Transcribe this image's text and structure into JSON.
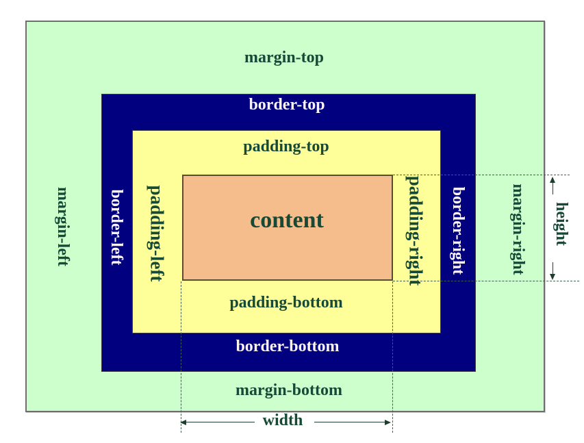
{
  "labels": {
    "margin_top": "margin-top",
    "border_top": "border-top",
    "padding_top": "padding-top",
    "content": "content",
    "padding_bottom": "padding-bottom",
    "border_bottom": "border-bottom",
    "margin_bottom": "margin-bottom",
    "margin_left": "margin-left",
    "border_left": "border-left",
    "padding_left": "padding-left",
    "padding_right": "padding-right",
    "border_right": "border-right",
    "margin_right": "margin-right",
    "width": "width",
    "height": "height"
  },
  "colors": {
    "margin_bg": "#ccffcc",
    "border_bg": "#010180",
    "padding_bg": "#ffff99",
    "content_bg": "#f6bd8c",
    "label_green": "#164a36",
    "label_white": "#faf3f3",
    "guide": "#3f5f4f",
    "guide_solid": "#1e3d2e",
    "outer_border": "#6e6e6e",
    "inner_border": "#3e3e3e",
    "content_border": "#5c4a33"
  }
}
